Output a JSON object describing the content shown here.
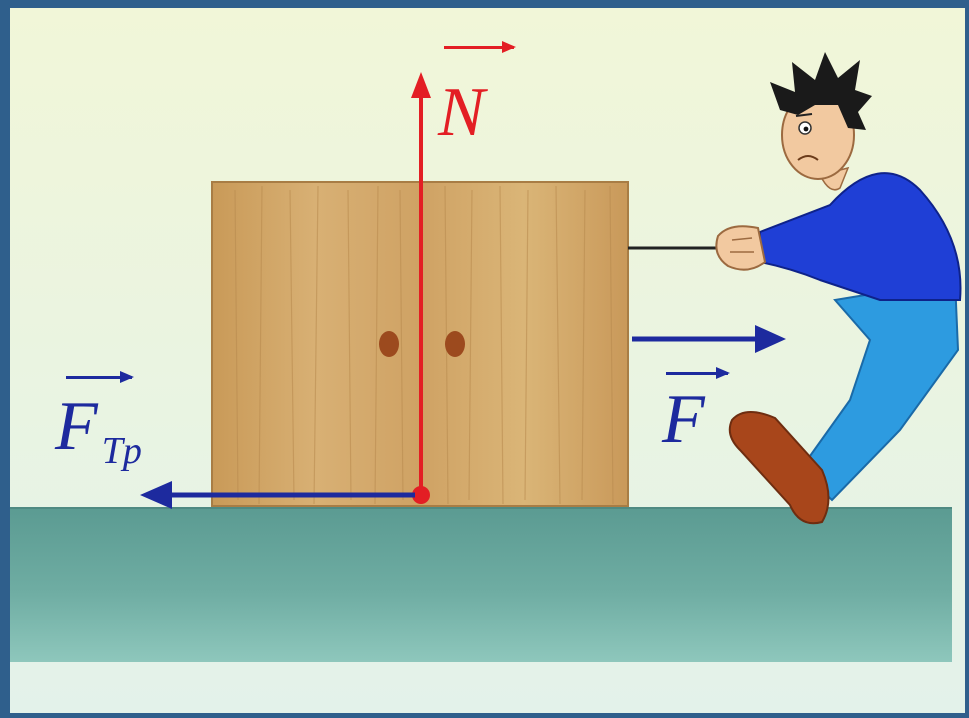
{
  "diagram": {
    "labels": {
      "normal_force": {
        "letter": "N",
        "subscript": ""
      },
      "applied_force": {
        "letter": "F",
        "subscript": ""
      },
      "friction_force": {
        "letter": "F",
        "subscript": "Tp"
      }
    },
    "colors": {
      "page_blue": "#2f5f8c",
      "panel_background": "#f2f8de",
      "normal_force": "#e31e24",
      "applied_force": "#1d2a9e",
      "friction_force": "#1d2a9e",
      "floor_top": "#5b9b92",
      "floor_bottom": "#88c3b8",
      "box_wood": "#d2a766",
      "box_knobs": "#9c4a1e",
      "shirt": "#1f3fd6",
      "trousers": "#2d9be0",
      "shoe": "#a8461b"
    },
    "icons": [
      "wooden-box-icon",
      "person-pulling-icon",
      "rope-icon"
    ]
  }
}
